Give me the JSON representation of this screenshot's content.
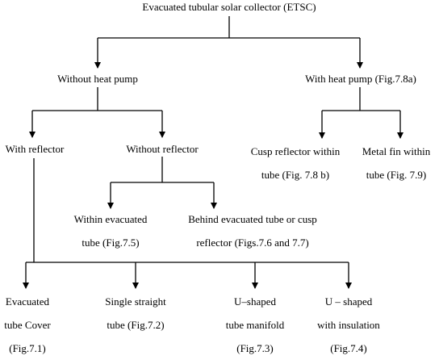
{
  "root": "Evacuated tubular solar collector (ETSC)",
  "without_heat_pump": "Without heat pump",
  "with_heat_pump": "With heat pump (Fig.7.8a)",
  "with_reflector": "With reflector",
  "without_reflector": "Without reflector",
  "cusp_reflector": {
    "line1": "Cusp reflector within",
    "line2": "tube (Fig. 7.8 b)"
  },
  "metal_fin": {
    "line1": "Metal fin within",
    "line2": "tube (Fig. 7.9)"
  },
  "within_evacuated": {
    "line1": "Within evacuated",
    "line2": "tube (Fig.7.5)"
  },
  "behind_evacuated": {
    "line1": "Behind evacuated tube or cusp",
    "line2": "reflector (Figs.7.6 and 7.7)"
  },
  "evacuated_cover": {
    "line1": "Evacuated",
    "line2": "tube Cover",
    "line3": "(Fig.7.1)"
  },
  "single_straight": {
    "line1": "Single straight",
    "line2": "tube (Fig.7.2)"
  },
  "u_shaped_manifold": {
    "line1": "U–shaped",
    "line2": "tube manifold",
    "line3": "(Fig.7.3)"
  },
  "u_shaped_insulation": {
    "line1": "U – shaped",
    "line2": "with insulation",
    "line3": "(Fig.7.4)"
  }
}
